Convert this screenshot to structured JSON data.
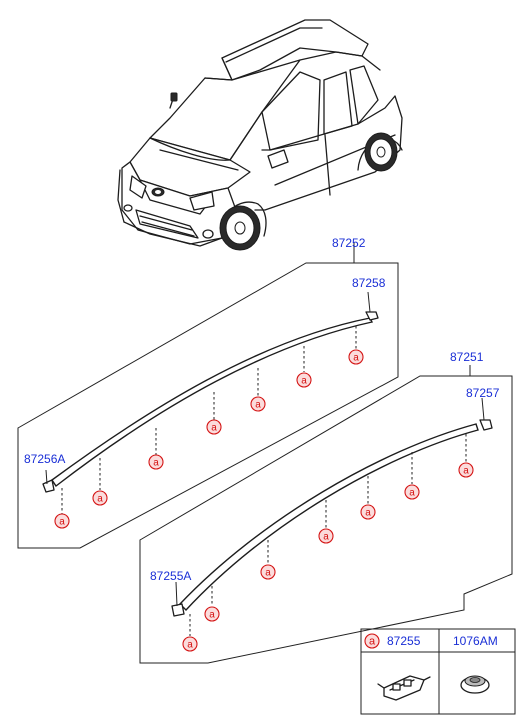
{
  "labels": {
    "upper_group": "87252",
    "upper_clip_end": "87258",
    "upper_clip_start": "87256A",
    "lower_group": "87251",
    "lower_clip_end": "87257",
    "lower_clip_start": "87255A"
  },
  "callout_letter": "a",
  "legend": {
    "marker": "a",
    "part_a": "87255",
    "part_b": "1076AM"
  },
  "colors": {
    "part_number": "#1a2fd6",
    "callout": "#d41414",
    "callout_fill": "#fbdcdc"
  }
}
